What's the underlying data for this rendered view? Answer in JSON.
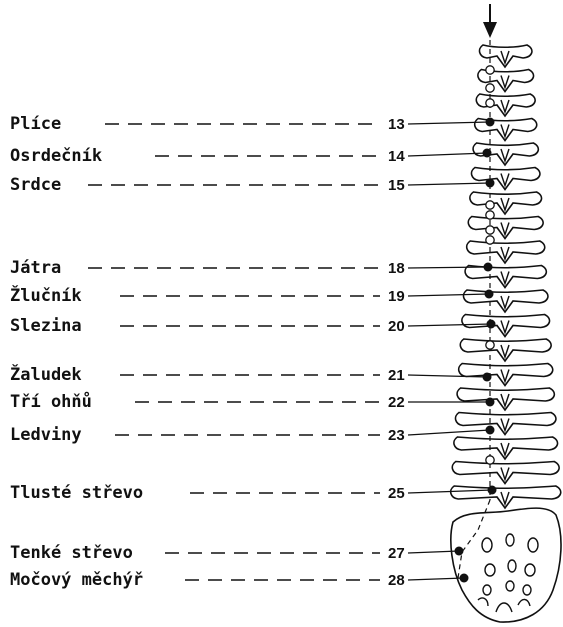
{
  "points": [
    {
      "label": "Plíce",
      "number": "13"
    },
    {
      "label": "Osrdečník",
      "number": "14"
    },
    {
      "label": "Srdce",
      "number": "15"
    },
    {
      "label": "Játra",
      "number": "18"
    },
    {
      "label": "Žlučník",
      "number": "19"
    },
    {
      "label": "Slezina",
      "number": "20"
    },
    {
      "label": "Žaludek",
      "number": "21"
    },
    {
      "label": "Tří ohňů",
      "number": "22"
    },
    {
      "label": "Ledviny",
      "number": "23"
    },
    {
      "label": "Tlusté střevo",
      "number": "25"
    },
    {
      "label": "Tenké střevo",
      "number": "27"
    },
    {
      "label": "Močový měchýř",
      "number": "28"
    }
  ]
}
